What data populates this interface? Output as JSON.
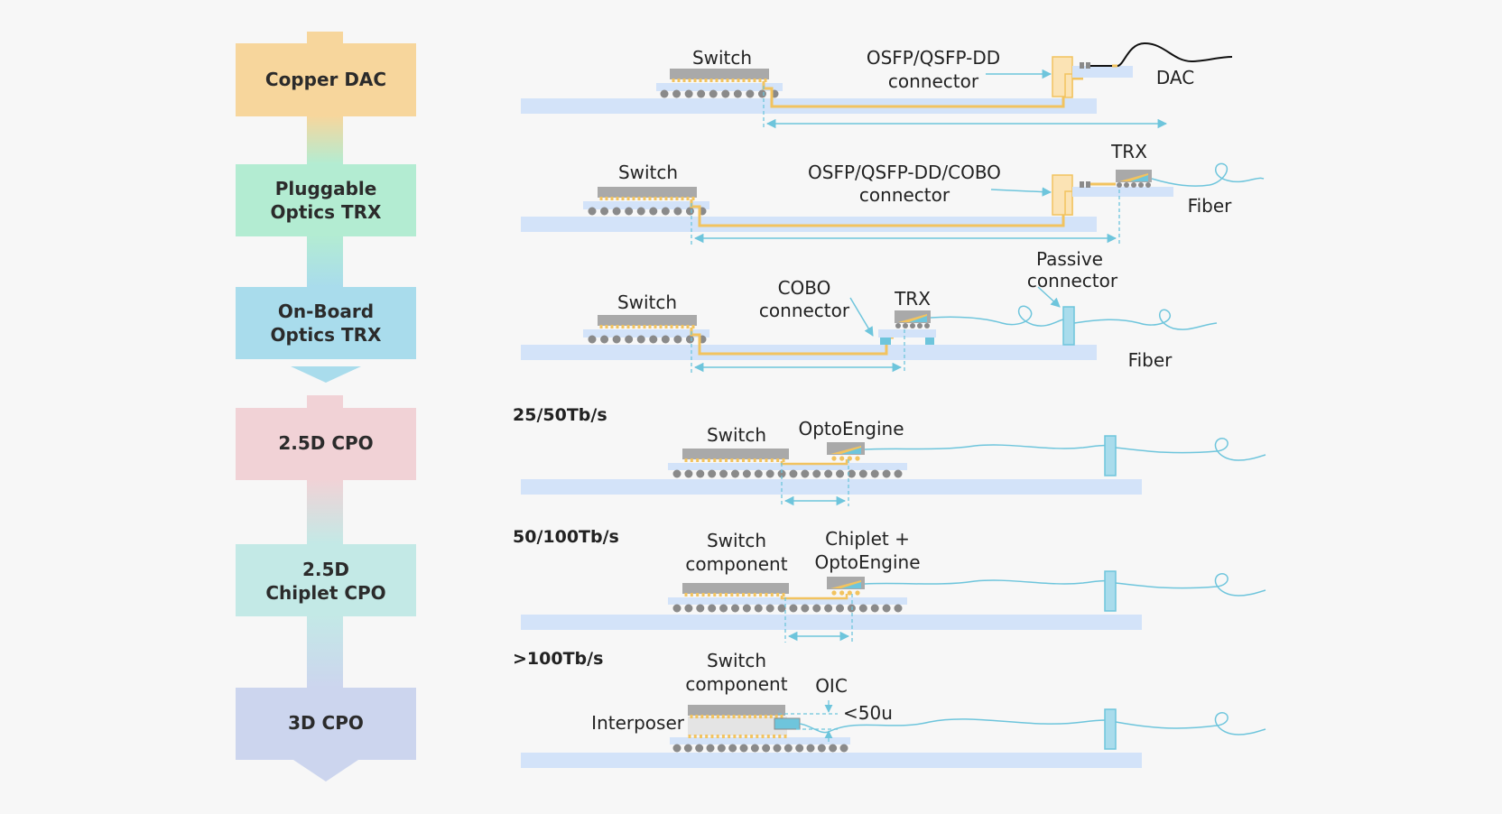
{
  "stages": [
    {
      "lines": [
        "Copper DAC"
      ],
      "color": "#f7d69c"
    },
    {
      "lines": [
        "Pluggable",
        "Optics TRX"
      ],
      "color": "#b3ecd2"
    },
    {
      "lines": [
        "On-Board",
        "Optics TRX"
      ],
      "color": "#a9dcec"
    },
    {
      "lines": [
        "2.5D CPO"
      ],
      "color": "#f1d2d6"
    },
    {
      "lines": [
        "2.5D",
        "Chiplet CPO"
      ],
      "color": "#c3e9e6"
    },
    {
      "lines": [
        "3D CPO"
      ],
      "color": "#ccd5ee"
    }
  ],
  "row1": {
    "switch": "Switch",
    "connector": [
      "OSFP/QSFP-DD",
      "connector"
    ],
    "dac": "DAC"
  },
  "row2": {
    "switch": "Switch",
    "connector": [
      "OSFP/QSFP-DD/COBO",
      "connector"
    ],
    "trx": "TRX",
    "fiber": "Fiber"
  },
  "row3": {
    "switch": "Switch",
    "cobo": [
      "COBO",
      "connector"
    ],
    "trx": "TRX",
    "passive": [
      "Passive",
      "connector"
    ],
    "fiber": "Fiber"
  },
  "row4": {
    "speed": "25/50Tb/s",
    "switch": "Switch",
    "opto": "OptoEngine"
  },
  "row5": {
    "speed": "50/100Tb/s",
    "switch": [
      "Switch",
      "component"
    ],
    "chiplet": [
      "Chiplet +",
      "OptoEngine"
    ]
  },
  "row6": {
    "speed": ">100Tb/s",
    "switch": [
      "Switch",
      "component"
    ],
    "oic": "OIC",
    "gap": "<50u",
    "interposer": "Interposer"
  },
  "colors": {
    "board": "#d3e3f9",
    "substrate": "#d3e3f9",
    "chip": "#a9a9a9",
    "ball": "#8a8a8a",
    "trace": "#f2c35f",
    "cyan": "#6ec5dc",
    "fiber": "#6ec5dc",
    "connectorFill": "#fbe3b4",
    "connectorStroke": "#f2c35f"
  }
}
